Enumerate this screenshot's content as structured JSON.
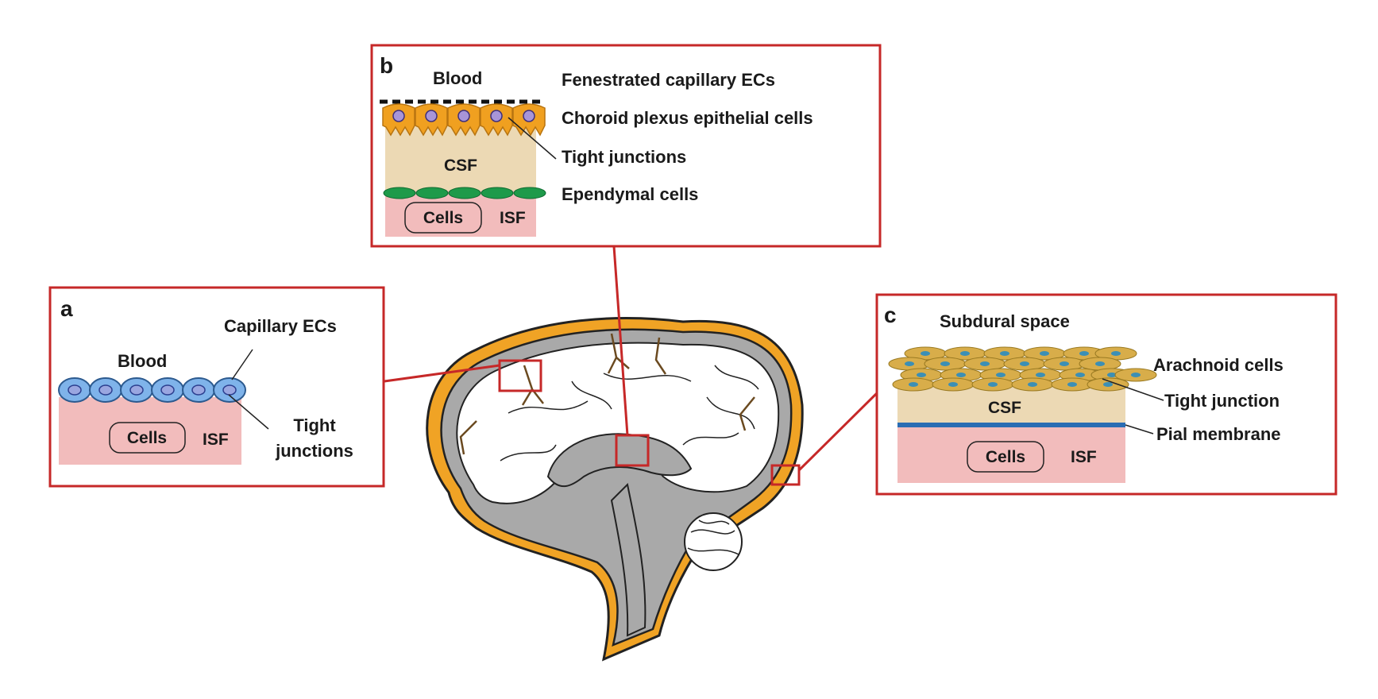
{
  "panel_a": {
    "letter": "a",
    "blood": "Blood",
    "capillary_ecs": "Capillary ECs",
    "cells": "Cells",
    "isf": "ISF",
    "tight_line1": "Tight",
    "tight_line2": "junctions"
  },
  "panel_b": {
    "letter": "b",
    "blood": "Blood",
    "csf": "CSF",
    "cells": "Cells",
    "isf": "ISF",
    "fenestrated": "Fenestrated capillary ECs",
    "choroid": "Choroid plexus epithelial cells",
    "tight": "Tight junctions",
    "ependymal": "Ependymal cells"
  },
  "panel_c": {
    "letter": "c",
    "subdural": "Subdural space",
    "arachnoid": "Arachnoid cells",
    "tight": "Tight junction",
    "csf": "CSF",
    "pial": "Pial membrane",
    "cells": "Cells",
    "isf": "ISF"
  },
  "colors": {
    "frame_red": "#c62828",
    "isf_pink": "#f2bcbc",
    "csf_tan": "#ecd9b4",
    "choroid_orange": "#f0a020",
    "ependymal_green": "#1e9a4a",
    "capillary_blue": "#7fb3ea",
    "pial_blue": "#2a6db3",
    "arachnoid_gold": "#d8ad4a",
    "brain_gray": "#a9a9a9",
    "meninges_orange": "#f0a325"
  },
  "icons": [
    "endothelial-cell-icon",
    "epithelial-cell-icon",
    "ependymal-cell-icon",
    "arachnoid-cell-icon",
    "brain-sagittal-illustration"
  ]
}
